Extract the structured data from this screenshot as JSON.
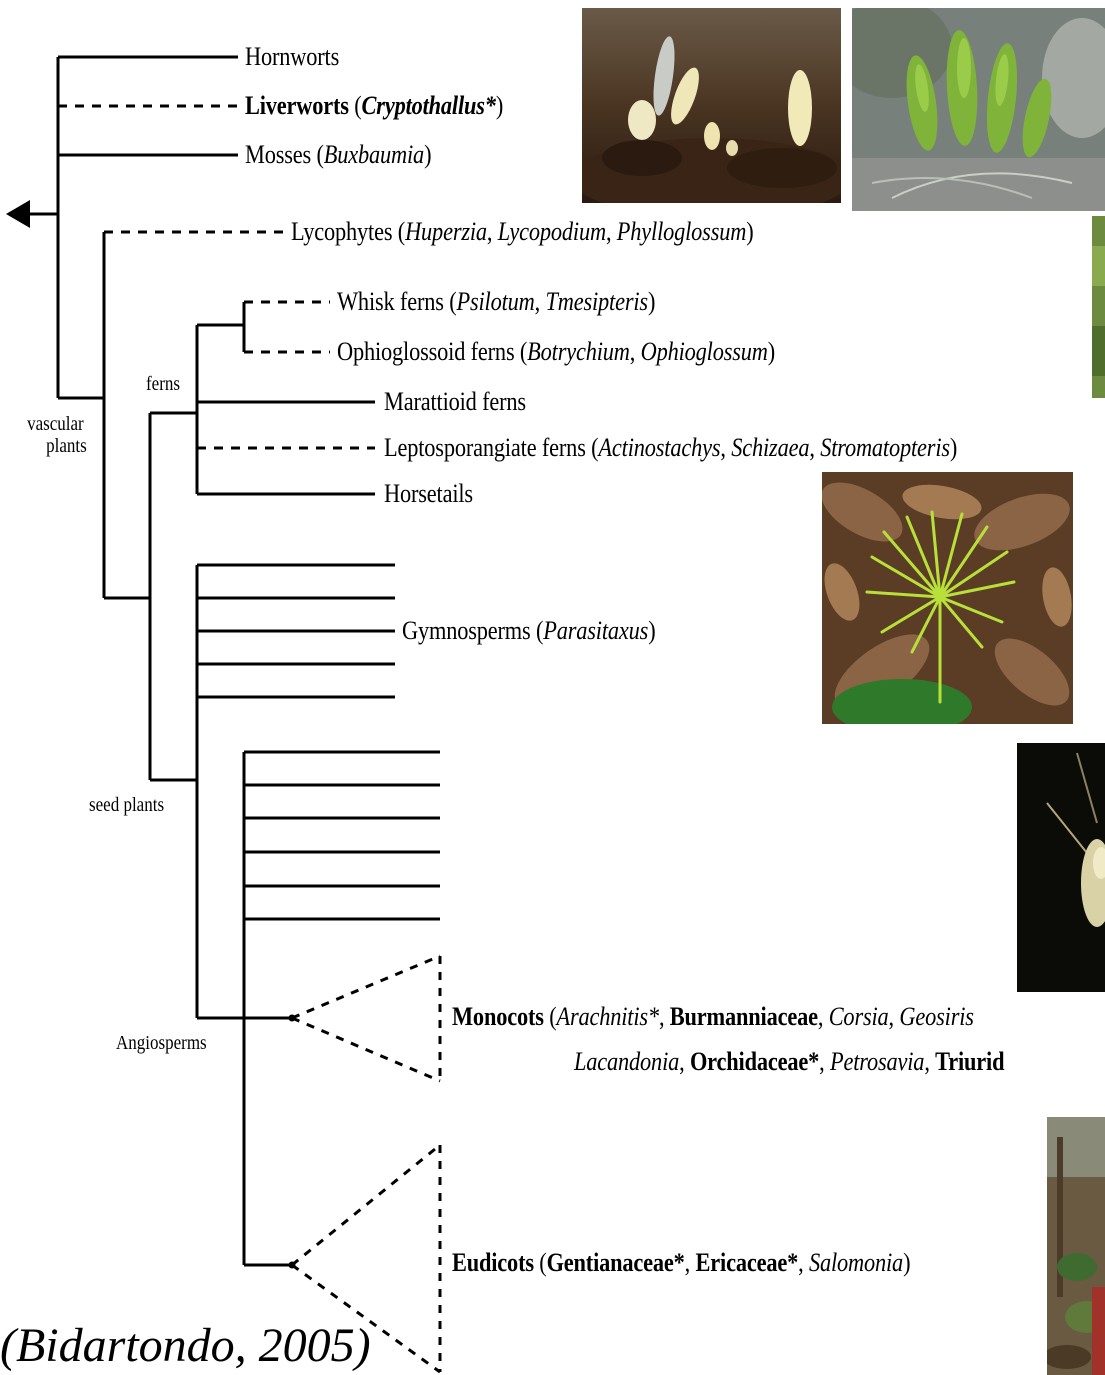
{
  "diagram": {
    "taxa": {
      "hornworts": {
        "name": "Hornworts"
      },
      "liverworts": {
        "name": "Liverworts",
        "open": " (",
        "genus": "Cryptothallus*",
        "close": ")"
      },
      "mosses": {
        "name": "Mosses",
        "open": " (",
        "genus": "Buxbaumia",
        "close": ")"
      },
      "lycophytes": {
        "name": "Lycophytes",
        "open": " (",
        "g1": "Huperzia",
        "sep1": ", ",
        "g2": "Lycopodium",
        "sep2": ", ",
        "g3": "Phylloglossum",
        "close": ")"
      },
      "whisk_ferns": {
        "name": "Whisk ferns",
        "open": " (",
        "g1": "Psilotum",
        "sep1": ", ",
        "g2": "Tmesipteris",
        "close": ")"
      },
      "ophioglossoid_ferns": {
        "name": "Ophioglossoid ferns",
        "open": " (",
        "g1": "Botrychium",
        "sep1": ", ",
        "g2": "Ophioglossum",
        "close": ")"
      },
      "marattioid_ferns": {
        "name": "Marattioid ferns"
      },
      "leptosporangiate_ferns": {
        "name": "Leptosporangiate ferns",
        "open": " (",
        "g1": "Actinostachys",
        "sep1": ", ",
        "g2": "Schizaea",
        "sep2": ", ",
        "g3": "Stromatopteris",
        "close": ")"
      },
      "horsetails": {
        "name": "Horsetails"
      },
      "gymnosperms": {
        "name": "Gymnosperms",
        "open": " (",
        "genus": "Parasitaxus",
        "close": ")"
      },
      "monocots": {
        "name": "Monocots",
        "open": " (",
        "t1": "Arachnitis*",
        "sep1": ", ",
        "t2": "Burmanniaceae",
        "sep2": ", ",
        "t3": "Corsia",
        "sep3": ", ",
        "t4": "Geosiris",
        "t5": "Lacandonia",
        "sep5": ", ",
        "t6": "Orchidaceae*",
        "sep6": ", ",
        "t7": "Petrosavia",
        "sep7": ", ",
        "t8": "Triurid"
      },
      "eudicots": {
        "name": "Eudicots",
        "open": " (",
        "t1": "Gentianaceae*",
        "sep1": ", ",
        "t2": "Ericaceae*",
        "sep2": ", ",
        "t3": "Salomonia",
        "close": ")"
      }
    },
    "groups": {
      "vascular_plants_1": "vascular",
      "vascular_plants_2": "plants",
      "ferns": "ferns",
      "seed_plants": "seed plants",
      "angiosperms": "Angiosperms"
    },
    "citation": "(Bidartondo, 2005)"
  },
  "colors": {
    "line": "#000000",
    "background": "#ffffff"
  },
  "photos": [
    {
      "id": "buxbaumia-photo",
      "subject": "pale club-shaped sporophytes on dark soil",
      "bg": "#3a2a1c"
    },
    {
      "id": "lycopodium-photo",
      "subject": "green spiky club moss on grey rock",
      "bg": "#5f6a58"
    },
    {
      "id": "fern-edge-photo",
      "subject": "cropped green plant photo",
      "bg": "#6d8b3e"
    },
    {
      "id": "schizaea-photo",
      "subject": "bright green forked fern on brown leaf litter",
      "bg": "#6b4a2d"
    },
    {
      "id": "orchid-photo",
      "subject": "pale flower against black background",
      "bg": "#0b0b08"
    },
    {
      "id": "eudicot-photo",
      "subject": "cropped forest floor photo",
      "bg": "#6a5a42"
    }
  ]
}
